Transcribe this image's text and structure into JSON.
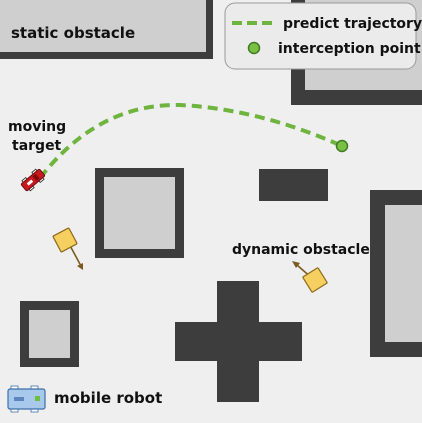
{
  "labels": {
    "static_obstacle": "static obstacle",
    "moving_target_line1": "moving",
    "moving_target_line2": "target",
    "dynamic_obstacle": "dynamic obstacle",
    "mobile_robot": "mobile robot"
  },
  "legend": {
    "trajectory": "predict trajectory",
    "interception": "interception point"
  },
  "colors": {
    "background": "#efefef",
    "obstacle_dark": "#3d3d3d",
    "obstacle_fill": "#cfcfcf",
    "trajectory": "#6fb43f",
    "interception_point": "#7ac143",
    "moving_target": "#c8191e",
    "dynamic_obstacle": "#f5d060",
    "dynamic_arrow": "#7a5a1e",
    "mobile_robot": "#a8c8ec",
    "mobile_robot_stroke": "#3d6fa8"
  },
  "icons": {
    "moving_target": "red-car-icon",
    "dynamic_obstacle": "yellow-box-icon",
    "mobile_robot": "blue-robot-icon"
  }
}
